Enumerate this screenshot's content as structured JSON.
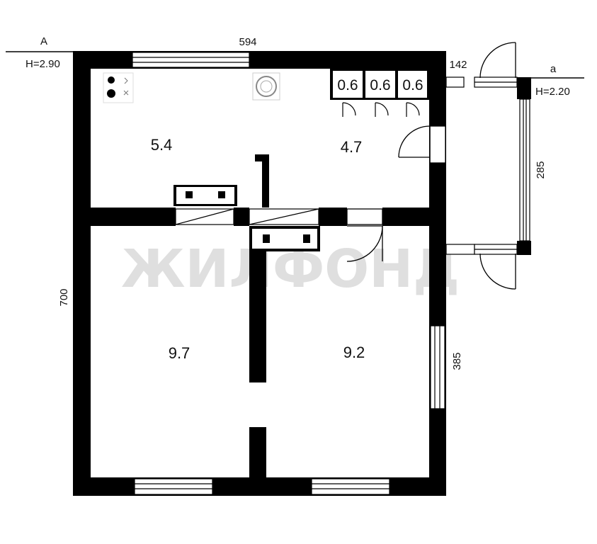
{
  "plan": {
    "level_main": "A",
    "height_main": "H=2.90",
    "level_veranda": "a",
    "height_veranda": "H=2.20",
    "width_main": "594",
    "width_veranda": "142",
    "height_left": "700",
    "height_right": "385",
    "height_veranda_side": "285"
  },
  "rooms": [
    {
      "area": "5.4"
    },
    {
      "area": "4.7"
    },
    {
      "area": "9.7"
    },
    {
      "area": "9.2"
    }
  ],
  "closets": [
    {
      "area": "0.6"
    },
    {
      "area": "0.6"
    },
    {
      "area": "0.6"
    }
  ],
  "watermark": "ЖИЛФОНД"
}
